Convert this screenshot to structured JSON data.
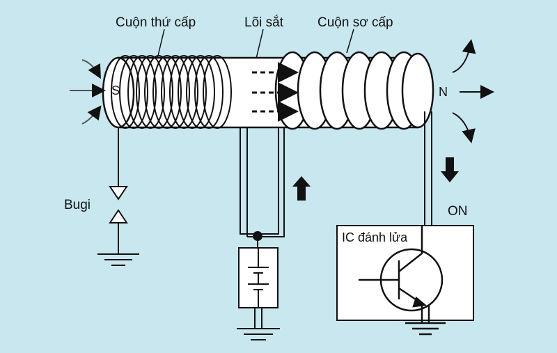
{
  "labels": {
    "secondary_coil": "Cuộn thứ cấp",
    "iron_core": "Lõi sắt",
    "primary_coil": "Cuộn sơ cấp",
    "spark_plug": "Bugi",
    "on_state": "ON",
    "ignition_ic": "IC đánh lửa",
    "south_pole": "S",
    "north_pole": "N"
  },
  "colors": {
    "background": "#c9e7ef",
    "line": "#1a1a1a",
    "fill": "#ffffff"
  }
}
